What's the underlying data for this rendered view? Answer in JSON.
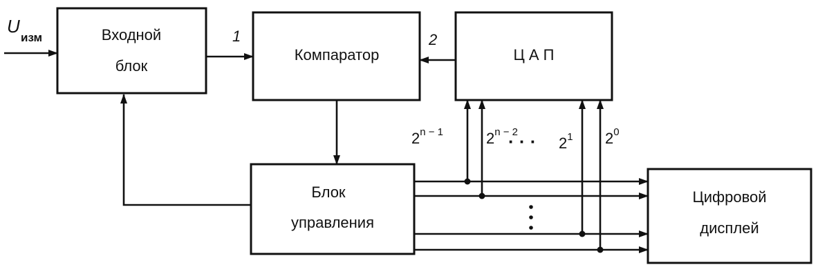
{
  "input": {
    "symbol": "U",
    "subscript": "изм"
  },
  "blocks": {
    "input_block": {
      "line1": "Входной",
      "line2": "блок"
    },
    "comparator": {
      "label": "Компаратор"
    },
    "dac": {
      "label": "Ц А П"
    },
    "control": {
      "line1": "Блок",
      "line2": "управления"
    },
    "display": {
      "line1": "Цифровой",
      "line2": "дисплей"
    }
  },
  "signals": {
    "s1": "1",
    "s2": "2"
  },
  "bits": [
    {
      "base": "2",
      "exp": "n − 1"
    },
    {
      "base": "2",
      "exp": "n − 2"
    },
    {
      "base": "2",
      "exp": "1"
    },
    {
      "base": "2",
      "exp": "0"
    }
  ],
  "ellipsis": "· · ·"
}
